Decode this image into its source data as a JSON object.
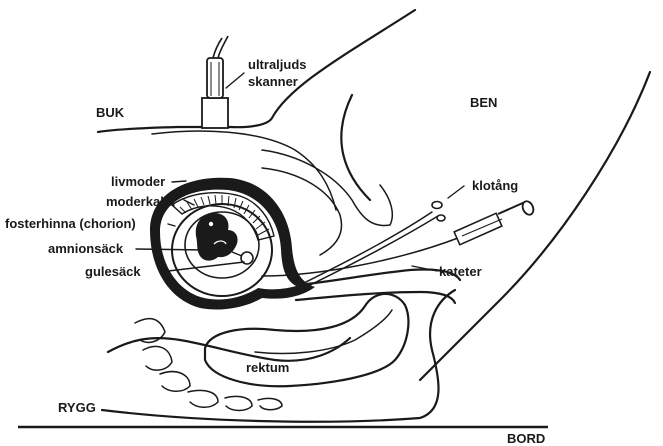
{
  "labels": {
    "ultraljud_1": "ultraljuds",
    "ultraljud_2": "skanner",
    "buk": "BUK",
    "ben": "BEN",
    "livmoder": "livmoder",
    "moderkaka": "moderkaka",
    "fosterhinna": "fosterhinna (chorion)",
    "amnionsack": "amnionsäck",
    "gulesack": "gulesäck",
    "klotang": "klotång",
    "kateter": "kateter",
    "rektum": "rektum",
    "rygg": "RYGG",
    "bord": "BORD"
  },
  "colors": {
    "ink": "#1a1a1a",
    "background": "#ffffff"
  }
}
